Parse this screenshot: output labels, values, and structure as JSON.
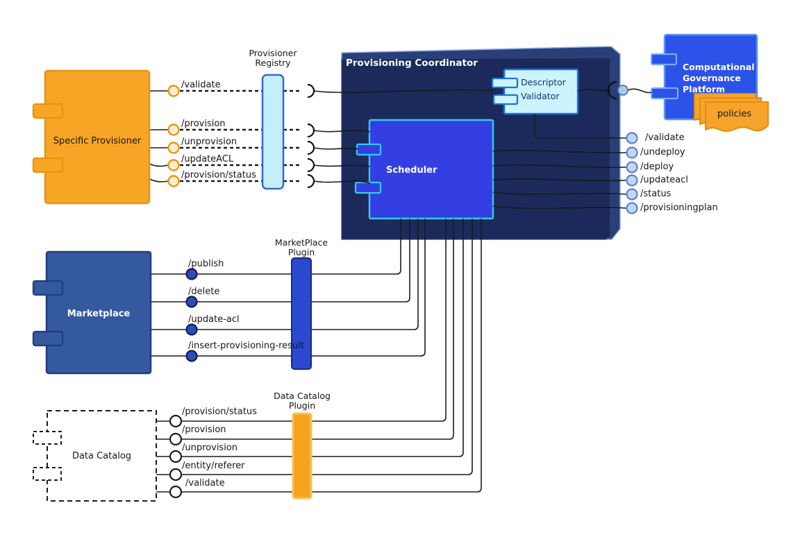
{
  "components": {
    "specific_provisioner": {
      "label": "Specific Provisioner",
      "endpoints": [
        "/validate",
        "/provision",
        "/unprovision",
        "/updateACL",
        "/provision/status"
      ]
    },
    "provisioner_registry": {
      "label_lines": [
        "Provisioner",
        "Registry"
      ]
    },
    "provisioning_coordinator": {
      "label": "Provisioning Coordinator",
      "descriptor_validator": {
        "label_lines": [
          "Descriptor",
          "Validator"
        ]
      },
      "scheduler": {
        "label": "Scheduler"
      },
      "exposed_endpoints": [
        "/validate",
        "/undeploy",
        "/deploy",
        "/updateacl",
        "/status",
        "/provisioningplan"
      ]
    },
    "computational_governance_platform": {
      "label_lines": [
        "Computational",
        "Governance",
        "Platform"
      ],
      "artifact": "policies"
    },
    "marketplace": {
      "label": "Marketplace",
      "endpoints": [
        "/publish",
        "/delete",
        "/update-acl",
        "/insert-provisioning-result"
      ]
    },
    "marketplace_plugin": {
      "label_lines": [
        "MarketPlace",
        "Plugin"
      ]
    },
    "data_catalog": {
      "label": "Data Catalog",
      "endpoints": [
        "/provision/status",
        "/provision",
        "/unprovision",
        "/entity/referer",
        "/validate"
      ]
    },
    "data_catalog_plugin": {
      "label_lines": [
        "Data Catalog",
        "Plugin"
      ]
    }
  },
  "colors": {
    "orange": "#F6A624",
    "orange_stroke": "#E59312",
    "steel_blue": "#35599E",
    "royal_blue": "#2B52E9",
    "scheduler_blue": "#333FE2",
    "scheduler_stroke": "#35CBEE",
    "coordinator_navy": "#1B2A5B",
    "light_cyan": "#C9F3FD",
    "registry_cyan": "#C4EFFA",
    "plugin_blue": "#2B49CE",
    "plugin_orange": "#F5A31D",
    "line_black": "#1A1A1A"
  }
}
